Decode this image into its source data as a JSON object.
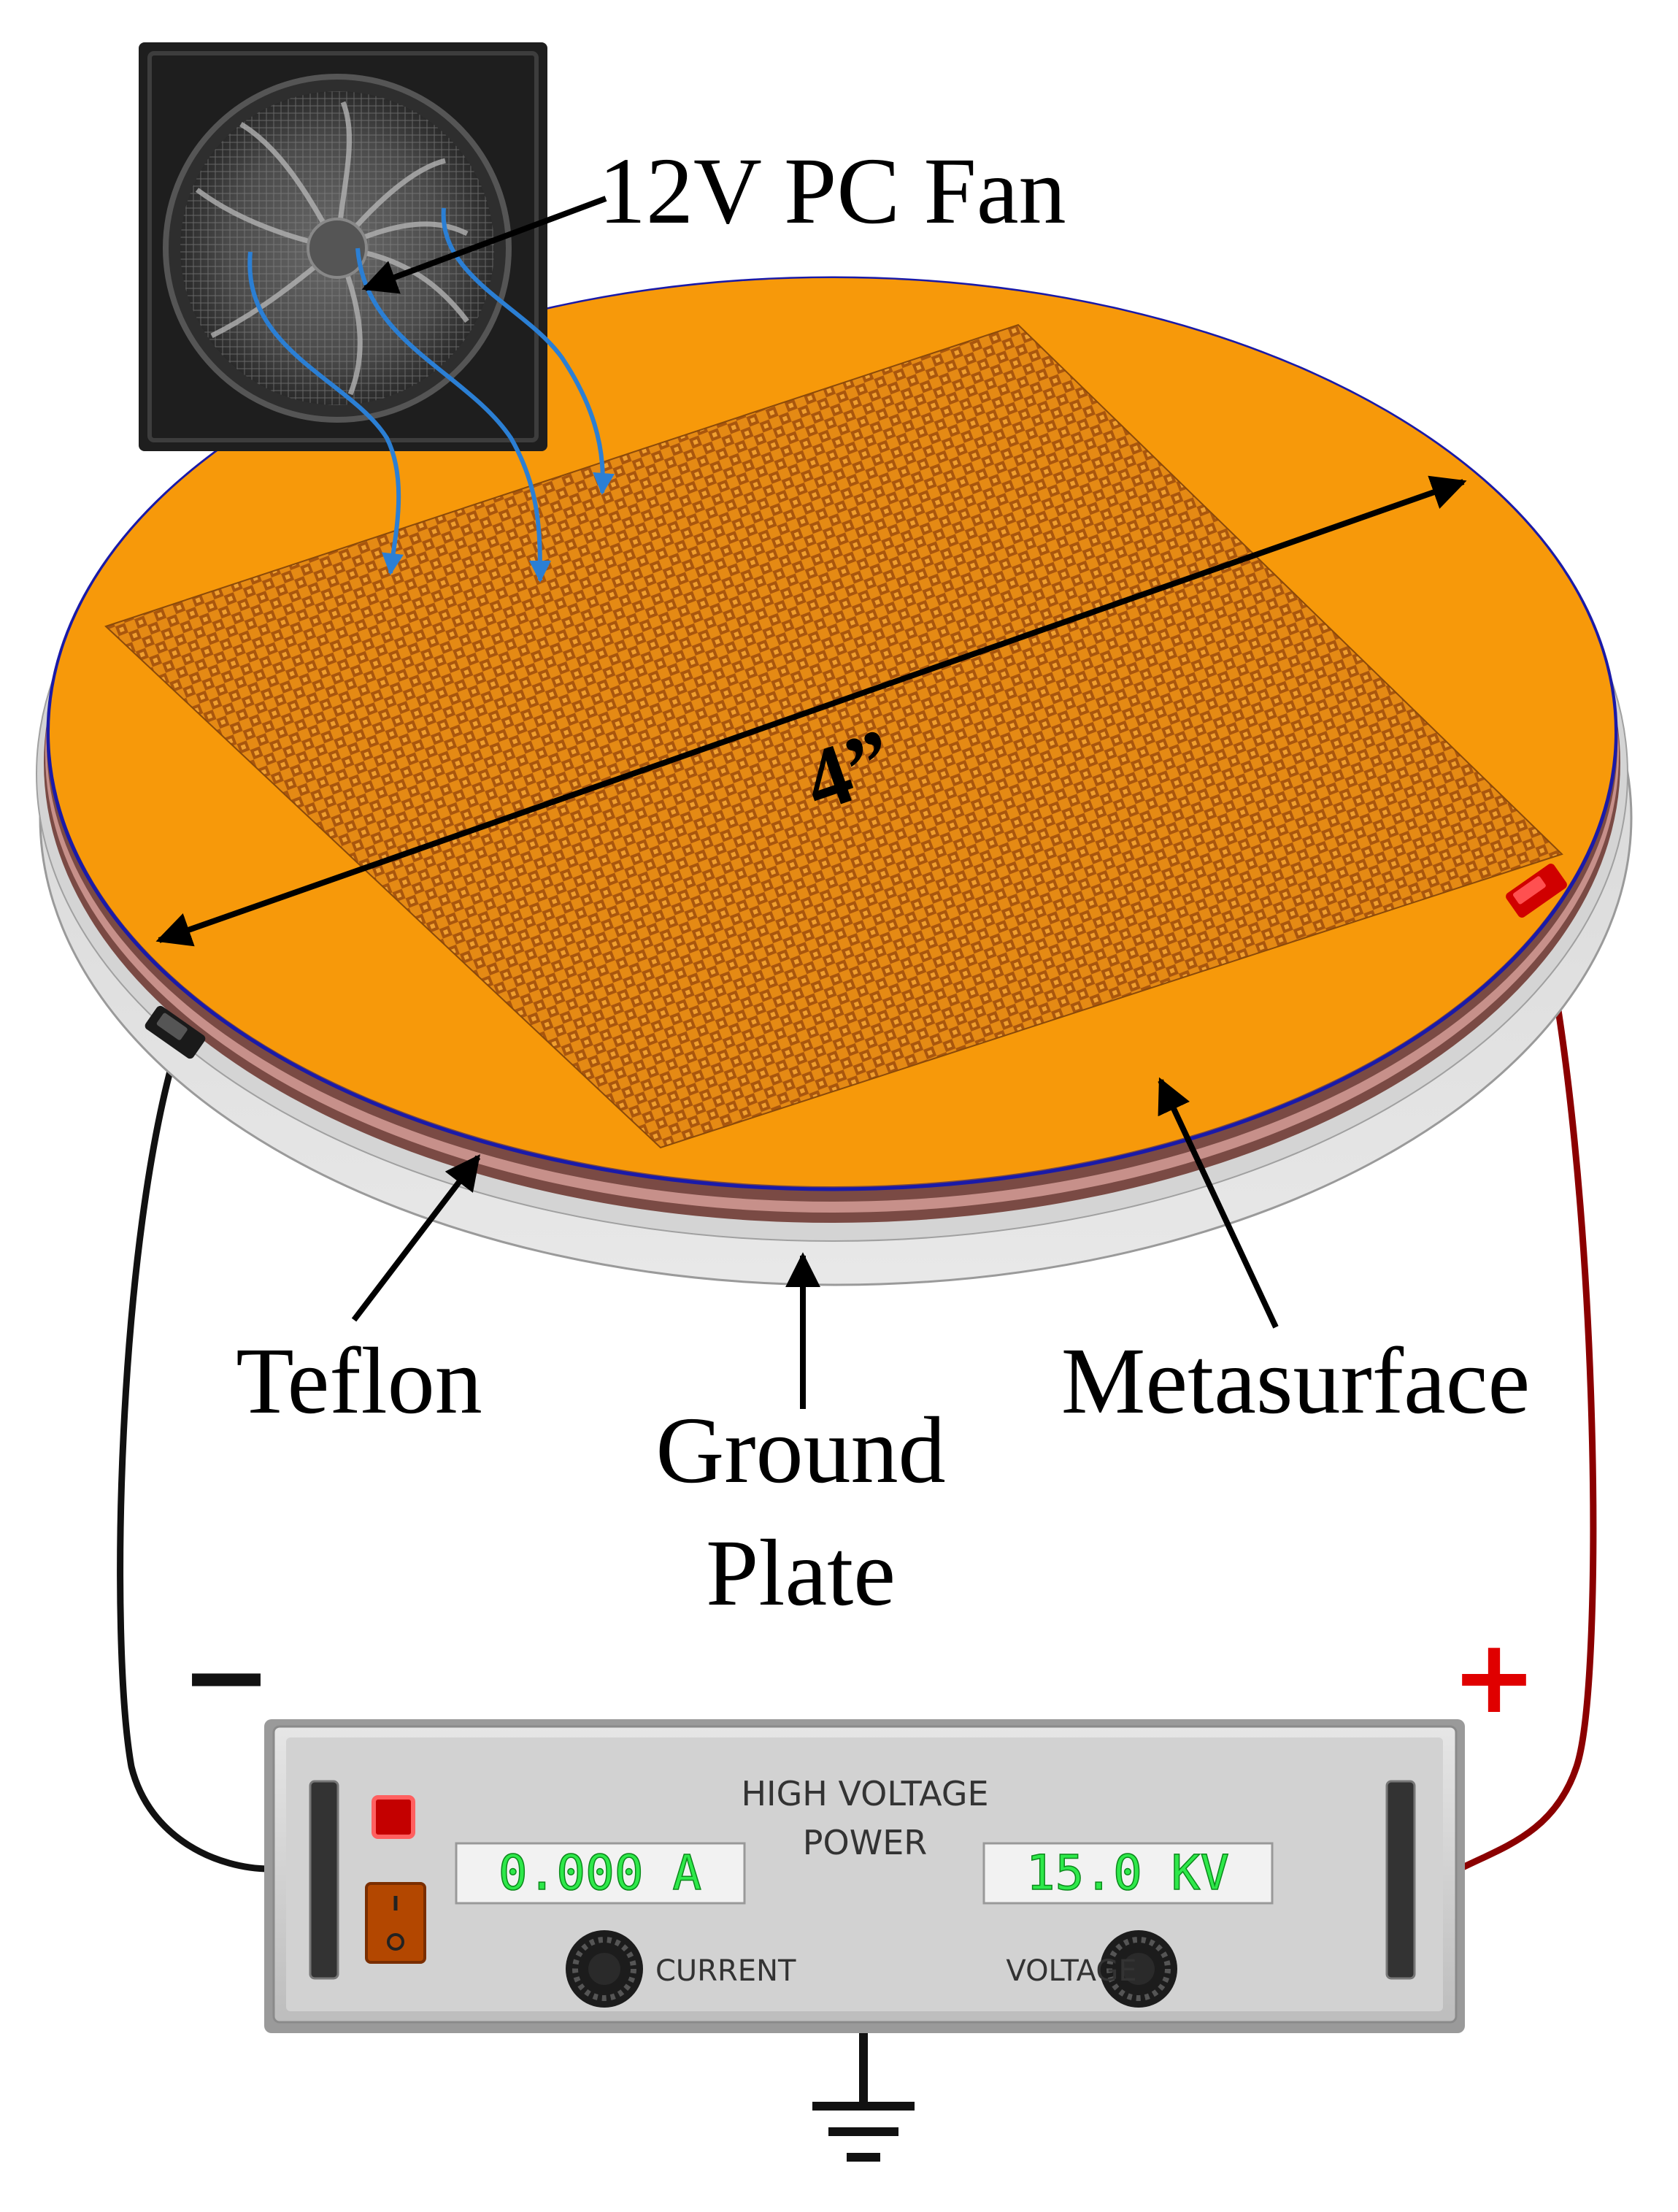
{
  "labels": {
    "fan": "12V PC Fan",
    "diameter": "4”",
    "teflon": "Teflon",
    "ground_line1": "Ground",
    "ground_line2": "Plate",
    "metasurface": "Metasurface",
    "negative": "−",
    "positive": "+"
  },
  "power_supply": {
    "title_line1": "HIGH VOLTAGE",
    "title_line2": "POWER",
    "current_display": "0.000 A",
    "voltage_display": "15.0 KV",
    "current_knob_label": "CURRENT",
    "voltage_knob_label": "VOLTAGE"
  },
  "colors": {
    "metasurface_orange": "#f7990a",
    "pattern_dark": "#b35f10",
    "teflon_brown": "#7a4a44",
    "ground_plate_grey": "#d9d9d9",
    "rim_blue": "#1a1aa8",
    "airflow_blue": "#2b7fd4",
    "positive_red": "#e00000",
    "negative_black": "#111111",
    "lcd_green": "#2ee84a",
    "panel_grey": "#cfcfcf"
  },
  "icons": {
    "fan": "pc-fan-icon",
    "ground": "ground-symbol-icon",
    "power_led": "power-led-icon",
    "power_switch": "power-switch-icon"
  }
}
